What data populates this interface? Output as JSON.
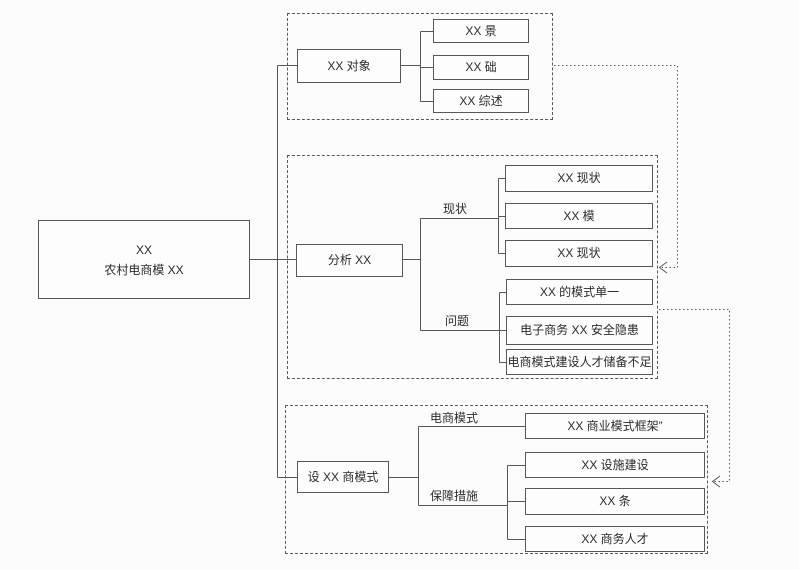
{
  "diagram": {
    "title_hint": "农村电商模式 树状结构图",
    "root": {
      "line1": "XX",
      "line2": "农村电商模 XX"
    },
    "sections": [
      {
        "node": "XX 对象",
        "children": [
          "XX 景",
          "XX 础",
          "XX 综述"
        ]
      },
      {
        "node": "分析 XX",
        "branches": [
          {
            "label": "现状",
            "children": [
              "XX 现状",
              "XX 模",
              "XX 现状"
            ]
          },
          {
            "label": "问题",
            "children": [
              "XX 的模式单一",
              "电子商务 XX 安全隐患",
              "电商模式建设人才储备不足"
            ]
          }
        ]
      },
      {
        "node": "设 XX 商模式",
        "branches": [
          {
            "label": "电商模式",
            "children": [
              "XX 商业模式框架”"
            ]
          },
          {
            "label": "保障措施",
            "children": [
              "XX 设施建设",
              "XX 条",
              "XX 商务人才"
            ]
          }
        ]
      }
    ],
    "colors": {
      "background": "#fcfcfc",
      "line": "#575757",
      "box_border": "#575757",
      "text": "#2b2b2b"
    }
  }
}
